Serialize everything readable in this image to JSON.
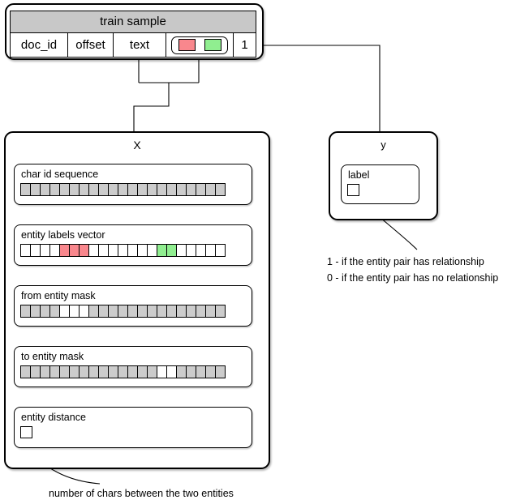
{
  "colors": {
    "header_gray": "#c8c8c8",
    "cell_gray": "#cccccc",
    "cell_red": "#f9878d",
    "cell_green": "#90ee90"
  },
  "train_sample": {
    "title": "train sample",
    "columns": [
      "doc_id",
      "offset",
      "text"
    ],
    "label_value": "1"
  },
  "x_panel": {
    "title": "X",
    "rows": [
      {
        "label": "char id sequence",
        "cells": [
          "gray",
          "gray",
          "gray",
          "gray",
          "gray",
          "gray",
          "gray",
          "gray",
          "gray",
          "gray",
          "gray",
          "gray",
          "gray",
          "gray",
          "gray",
          "gray",
          "gray",
          "gray",
          "gray",
          "gray",
          "gray"
        ]
      },
      {
        "label": "entity labels vector",
        "cells": [
          "white",
          "white",
          "white",
          "white",
          "red",
          "red",
          "red",
          "white",
          "white",
          "white",
          "white",
          "white",
          "white",
          "white",
          "green",
          "green",
          "white",
          "white",
          "white",
          "white",
          "white"
        ]
      },
      {
        "label": "from entity mask",
        "cells": [
          "gray",
          "gray",
          "gray",
          "gray",
          "white",
          "white",
          "white",
          "gray",
          "gray",
          "gray",
          "gray",
          "gray",
          "gray",
          "gray",
          "gray",
          "gray",
          "gray",
          "gray",
          "gray",
          "gray",
          "gray"
        ]
      },
      {
        "label": "to entity mask",
        "cells": [
          "gray",
          "gray",
          "gray",
          "gray",
          "gray",
          "gray",
          "gray",
          "gray",
          "gray",
          "gray",
          "gray",
          "gray",
          "gray",
          "gray",
          "white",
          "white",
          "gray",
          "gray",
          "gray",
          "gray",
          "gray"
        ]
      },
      {
        "label": "entity distance",
        "cells": [
          "white"
        ]
      }
    ]
  },
  "y_panel": {
    "title": "y",
    "label_box": {
      "label": "label",
      "cells": [
        "white"
      ]
    }
  },
  "annotations": {
    "y_note_line1": "1 - if the entity pair has relationship",
    "y_note_line2": "0 - if the entity pair has no relationship",
    "x_note": "number of chars between the two entities"
  }
}
